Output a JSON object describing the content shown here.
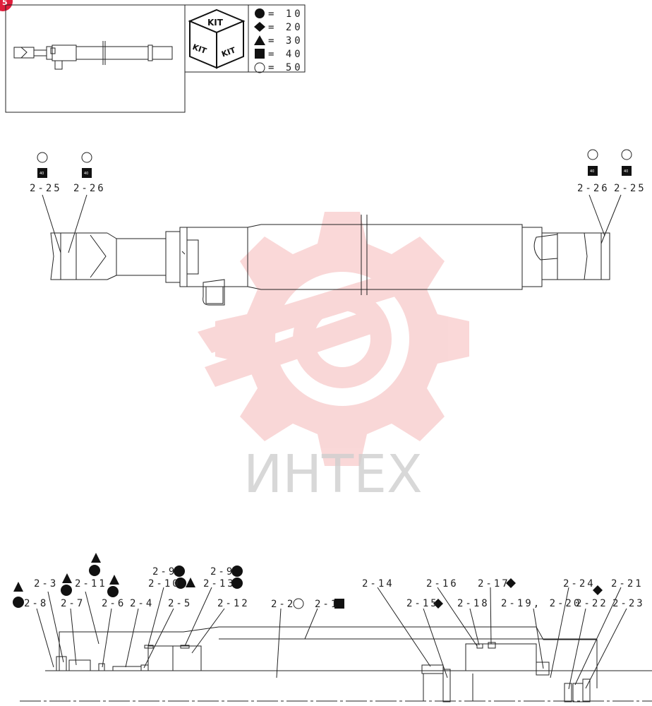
{
  "page_marker": "5",
  "kit_box": {
    "top": "KIT",
    "left": "KIT",
    "right": "KIT"
  },
  "legend": [
    {
      "symbol": "filled-circle",
      "text": "= 10"
    },
    {
      "symbol": "filled-diamond",
      "text": "= 20"
    },
    {
      "symbol": "filled-triangle",
      "text": "= 30"
    },
    {
      "symbol": "filled-square",
      "text": "= 40"
    },
    {
      "symbol": "open-circle",
      "text": "= 50"
    }
  ],
  "watermark": "ИНТЕХ",
  "colors": {
    "watermark": "#f5b8b8",
    "line": "#222222",
    "marker": "#e01e3c"
  },
  "upper_labels": {
    "left_a": "2-25",
    "left_b": "2-26",
    "right_a": "2-26",
    "right_b": "2-25",
    "badge": "40"
  },
  "lower_labels": {
    "l_2_3": "2-3",
    "l_2_8": "2-8",
    "l_2_7": "2-7",
    "l_2_11": "2-11",
    "l_2_6": "2-6",
    "l_2_4": "2-4",
    "l_2_5": "2-5",
    "l_2_9a": "2-9",
    "l_2_10": "2-10",
    "l_2_9b": "2-9",
    "l_2_13": "2-13",
    "l_2_12": "2-12",
    "l_2_2": "2-2",
    "l_2_1": "2-1",
    "l_2_14": "2-14",
    "l_2_15": "2-15",
    "l_2_16": "2-16",
    "l_2_18": "2-18",
    "l_2_17": "2-17",
    "l_2_19_20": "2-19, 2-20",
    "l_2_24": "2-24",
    "l_2_22": "2-22",
    "l_2_21": "2-21",
    "l_2_23": "2-23"
  }
}
